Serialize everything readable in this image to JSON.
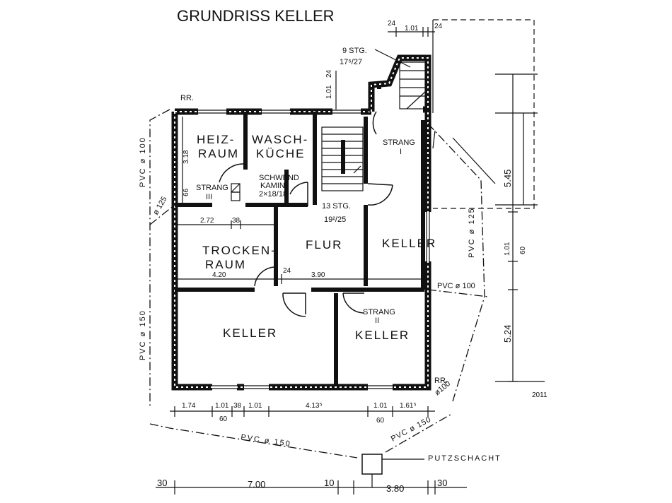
{
  "title": "GRUNDRISS KELLER",
  "rooms": {
    "heiz_1": "HEIZ-",
    "heiz_2": "RAUM",
    "wasch_1": "WASCH-",
    "wasch_2": "KÜCHE",
    "trocken_1": "TROCKEN-",
    "trocken_2": "RAUM",
    "flur": "FLUR",
    "keller_right": "KELLER",
    "keller_bottom_left": "KELLER",
    "keller_bottom_right": "KELLER"
  },
  "labels": {
    "rr_top": "RR.",
    "rr_bottom": "RR.",
    "strang_1": "STRANG",
    "strang_1_num": "I",
    "strang_2": "STRANG",
    "strang_2_num": "II",
    "strang_3": "STRANG",
    "strang_3_num": "III",
    "schwend_1": "SCHWEND",
    "schwend_2": "KAMIN",
    "schwend_3": "2×18/18",
    "stairs_top_1": "9 STG.",
    "stairs_top_2": "17⁵/27",
    "stairs_main_1": "13 STG.",
    "stairs_main_2": "19²/25",
    "putzschacht": "PUTZSCHACHT"
  },
  "pipes": {
    "left_top": "PVC ø 100",
    "left_corner": "ø 125",
    "left_bottom": "PVC ø 150",
    "bottom": "PVC ø 150",
    "bottom_right": "PVC ø 150",
    "right_top": "PVC ø 125",
    "right_mid": "PVC ø 100",
    "rr_bottom_dia": "ø100"
  },
  "dimensions": {
    "top_24a": "24",
    "top_101": "1.01",
    "top_24b": "24",
    "stair_24": "24",
    "stair_101": "1.01",
    "v_318": "3.18",
    "v_66": "66",
    "d_272": "2.72",
    "d_38": "38",
    "d_420": "4.20",
    "d_24": "24",
    "d_390": "3.90",
    "r_545": "5.45",
    "r_101": "1.01",
    "r_60": "60",
    "r_524": "5.24",
    "b_174": "1.74",
    "b_101a": "1.01",
    "b_38": "38",
    "b_101b": "1.01",
    "b_4135": "4.13⁵",
    "b_101c": "1.01",
    "b_1615": "1.61⁵",
    "b_60a": "60",
    "b_60b": "60",
    "bb_30a": "30",
    "bb_700": "7.00",
    "bb_10": "10",
    "bb_380": "3.80",
    "bb_30b": "30",
    "edge_2011": "2011"
  }
}
